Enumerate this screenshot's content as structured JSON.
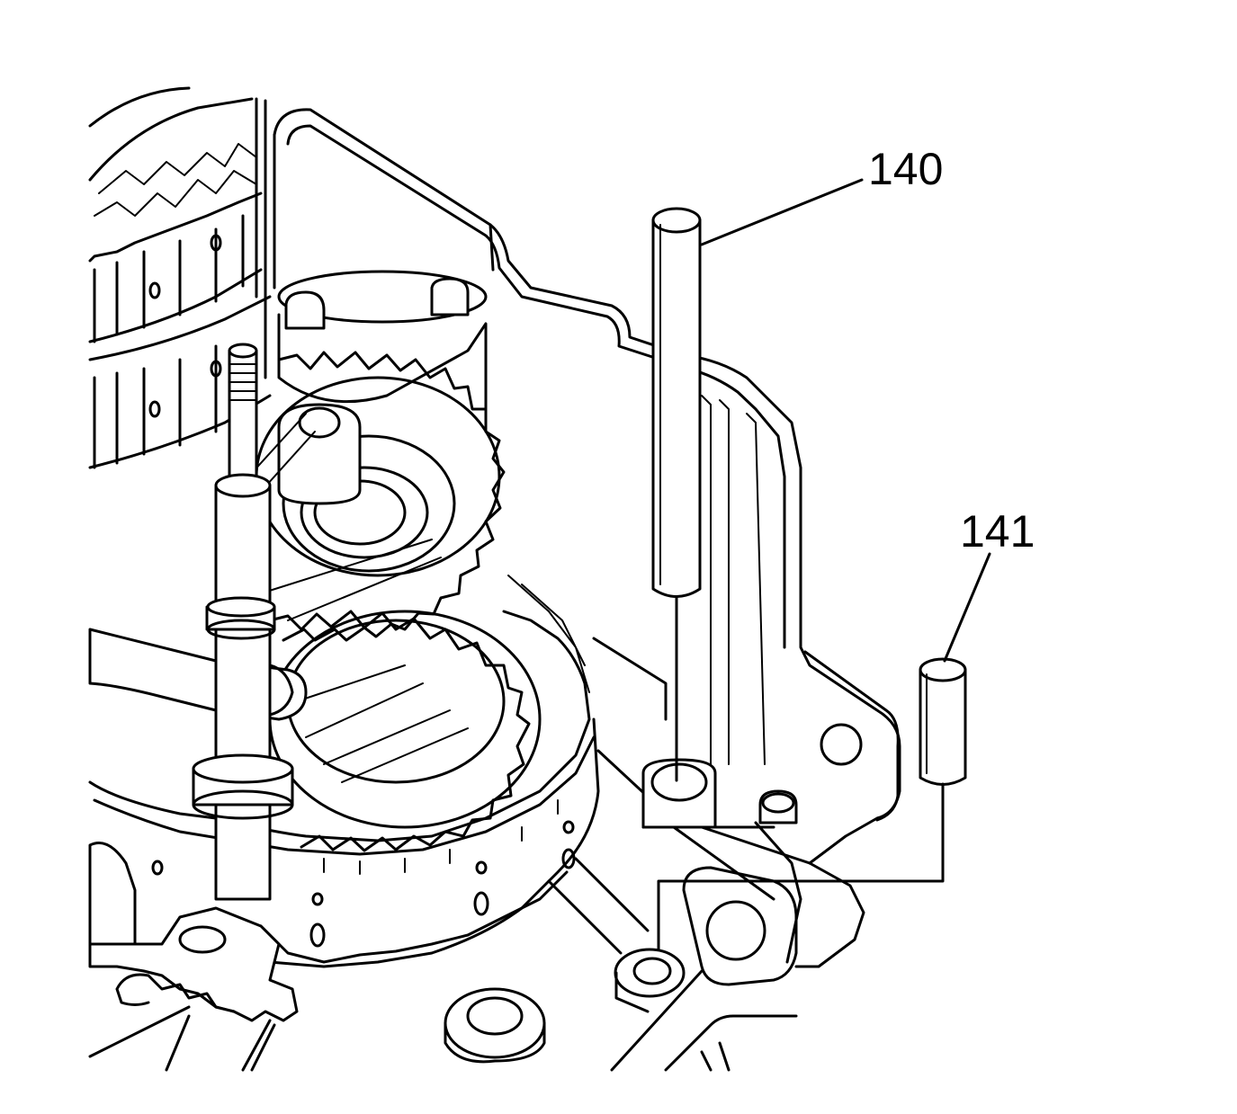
{
  "diagram": {
    "callouts": [
      {
        "id": "140",
        "label": "140"
      },
      {
        "id": "141",
        "label": "141"
      }
    ]
  }
}
